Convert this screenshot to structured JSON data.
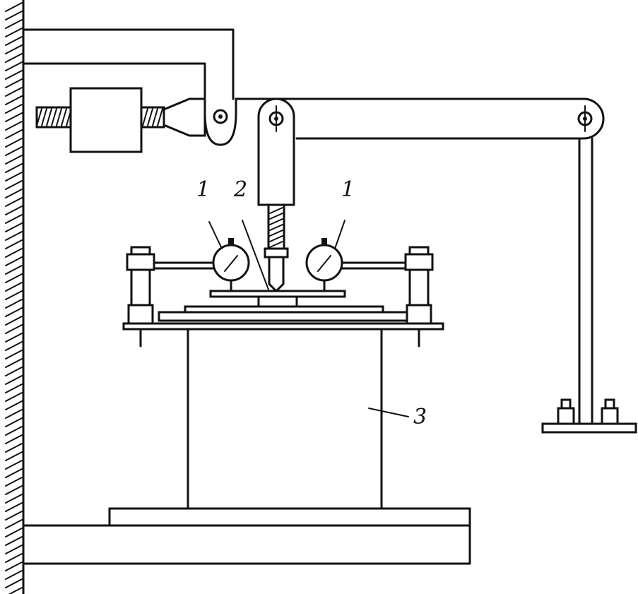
{
  "diagram": {
    "callouts": [
      {
        "id": "dial-left",
        "text": "1"
      },
      {
        "id": "indenter",
        "text": "2"
      },
      {
        "id": "dial-right",
        "text": "1"
      },
      {
        "id": "vessel",
        "text": "3"
      }
    ]
  },
  "colors": {
    "ink": "#111111",
    "paper": "#ffffff"
  }
}
